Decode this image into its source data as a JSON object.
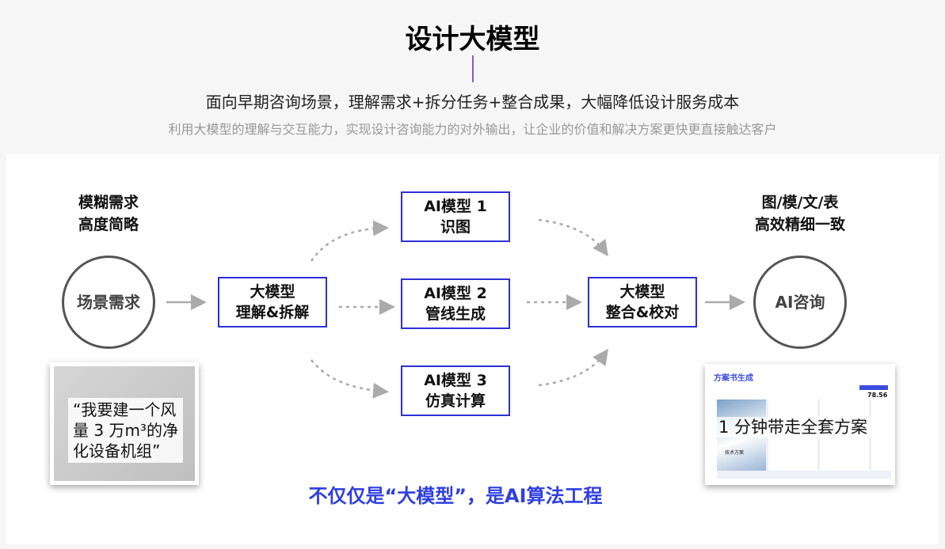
{
  "header": {
    "title": "设计大模型",
    "subtitle": "面向早期咨询场景，理解需求+拆分任务+整合成果，大幅降低设计服务成本",
    "description": "利用大模型的理解与交互能力，实现设计咨询能力的对外输出，让企业的价值和解决方案更快更直接触达客户"
  },
  "left": {
    "label_line1": "模糊需求",
    "label_line2": "高度简略",
    "circle": "场景需求",
    "photo_quote_line1": "“我要建一个风",
    "photo_quote_line2": "量 3 万m³的净",
    "photo_quote_line3": "化设备机组”"
  },
  "understand": {
    "line1": "大模型",
    "line2": "理解&拆解"
  },
  "models": [
    {
      "line1": "AI模型 1",
      "line2": "识图"
    },
    {
      "line1": "AI模型 2",
      "line2": "管线生成"
    },
    {
      "line1": "AI模型 3",
      "line2": "仿真计算"
    }
  ],
  "integrate": {
    "line1": "大模型",
    "line2": "整合&校对"
  },
  "right": {
    "label_line1": "图/模/文/表",
    "label_line2": "高效精细一致",
    "circle": "AI咨询",
    "screenshot_title": "方案书生成",
    "screenshot_overlay": "1 分钟带走全套方案",
    "doc_title": "技术方案",
    "price": "78.56"
  },
  "footer": {
    "tagline": "不仅仅是“大模型”，是AI算法工程"
  },
  "colors": {
    "accent": "#2d2fd8",
    "tagline": "#2f3fe0"
  }
}
